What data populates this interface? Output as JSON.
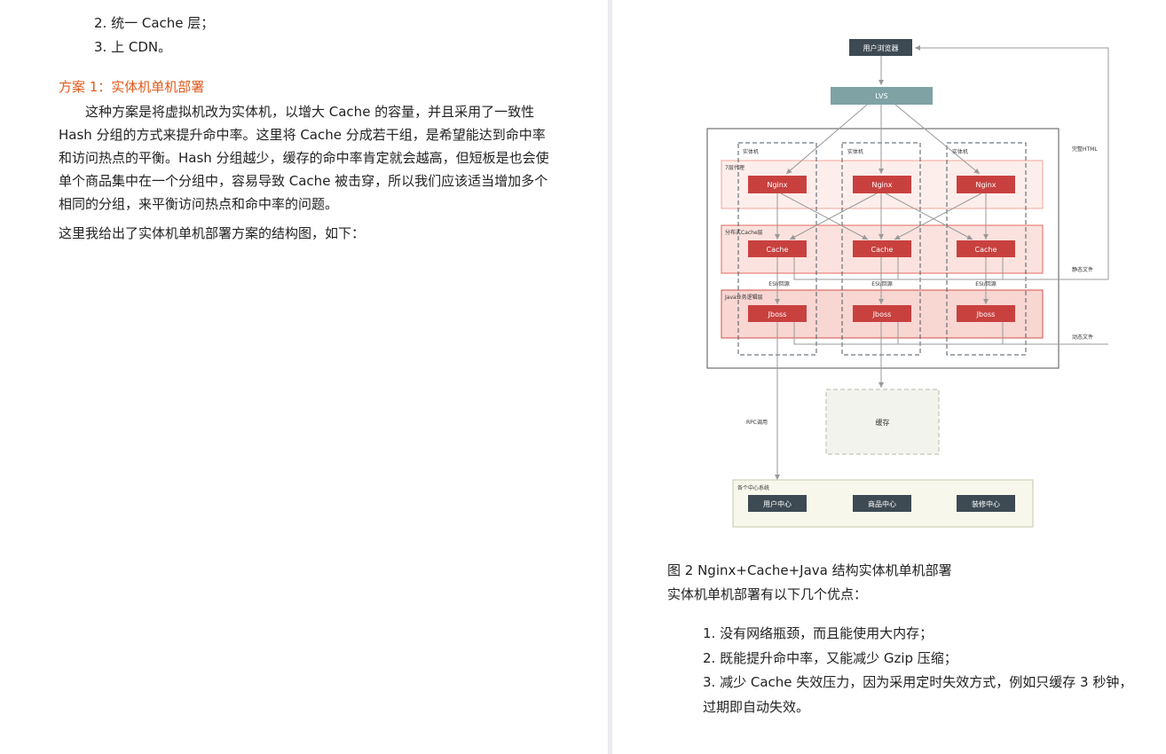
{
  "left_page": {
    "list_items": [
      "2. 统一 Cache 层；",
      "3. 上 CDN。"
    ],
    "heading": "方案 1：实体机单机部署",
    "paragraph": "这种方案是将虚拟机改为实体机，以增大 Cache 的容量，并且采用了一致性 Hash 分组的方式来提升命中率。这里将 Cache 分成若干组，是希望能达到命中率和访问热点的平衡。Hash 分组越少，缓存的命中率肯定就会越高，但短板是也会使单个商品集中在一个分组中，容易导致 Cache 被击穿，所以我们应该适当增加多个相同的分组，来平衡访问热点和命中率的问题。",
    "intro": "这里我给出了实体机单机部署方案的结构图，如下："
  },
  "diagram": {
    "browser": "用户浏览器",
    "lvs": "LVS",
    "machine_label": "实体机",
    "layer_proxy": "7层代理",
    "layer_cache": "分布式Cache层",
    "layer_java": "Java业务逻辑层",
    "nginx": "Nginx",
    "cache": "Cache",
    "jboss": "Jboss",
    "esi": "ESI/回源",
    "full_html": "完整HTML",
    "static_file": "静态文件",
    "dynamic_file": "动态文件",
    "rpc": "RPC调用",
    "cache_store": "缓存",
    "centers_title": "各个中心系统",
    "centers": [
      "用户中心",
      "商品中心",
      "装修中心"
    ]
  },
  "right_page": {
    "caption": "图 2 Nginx+Cache+Java 结构实体机单机部署",
    "advantages_intro": "实体机单机部署有以下几个优点：",
    "advantages": [
      "1. 没有网络瓶颈，而且能使用大内存；",
      "2. 既能提升命中率，又能减少 Gzip 压缩；",
      "3. 减少 Cache 失效压力，因为采用定时失效方式，例如只缓存 3 秒钟，",
      "过期即自动失效。"
    ]
  },
  "colors": {
    "heading": "#e35a1c",
    "dark_box": "#3d4a53",
    "lvs_box": "#7fa2a5",
    "red_box": "#c8413f",
    "layer_fill": "#fbe2de"
  }
}
